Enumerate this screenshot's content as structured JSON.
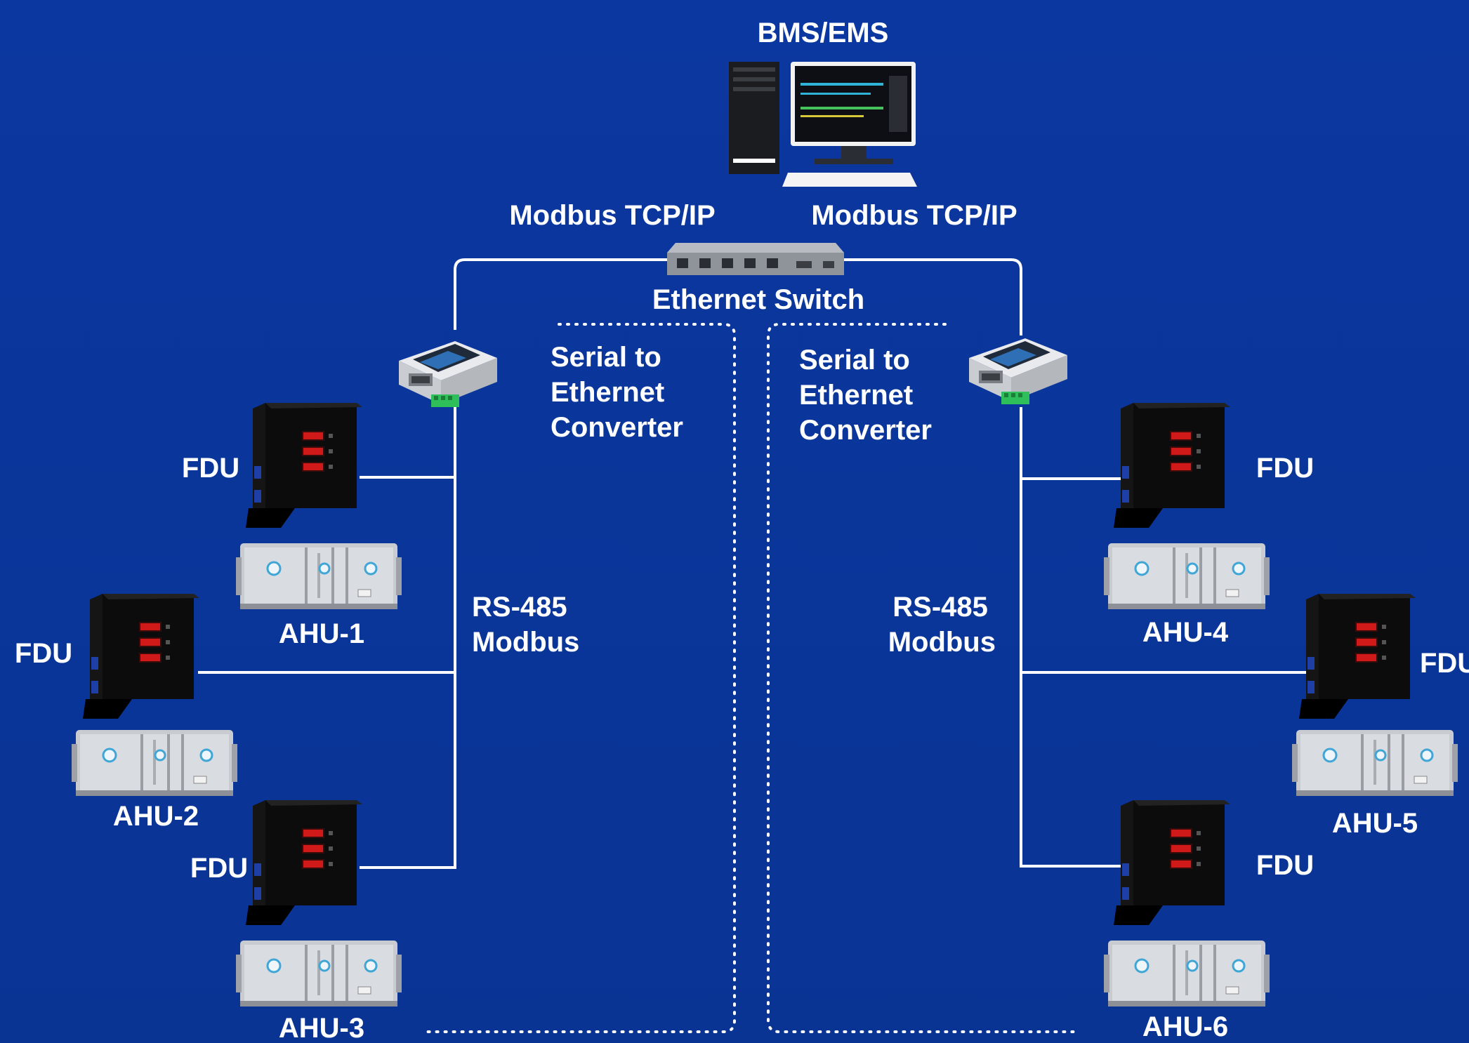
{
  "server": {
    "label": "BMS/EMS"
  },
  "network": {
    "protocol_left": "Modbus TCP/IP",
    "protocol_right": "Modbus TCP/IP",
    "switch_label": "Ethernet Switch"
  },
  "left_group": {
    "converter_label": [
      "Serial to",
      "Ethernet",
      "Converter"
    ],
    "bus_label": [
      "RS-485",
      "Modbus"
    ]
  },
  "right_group": {
    "converter_label": [
      "Serial to",
      "Ethernet",
      "Converter"
    ],
    "bus_label": [
      "RS-485",
      "Modbus"
    ]
  },
  "fdu_label": "FDU",
  "ahu_labels": [
    "AHU-1",
    "AHU-2",
    "AHU-3",
    "AHU-4",
    "AHU-5",
    "AHU-6"
  ],
  "colors": {
    "background": "#0a3596",
    "line": "#ffffff"
  }
}
